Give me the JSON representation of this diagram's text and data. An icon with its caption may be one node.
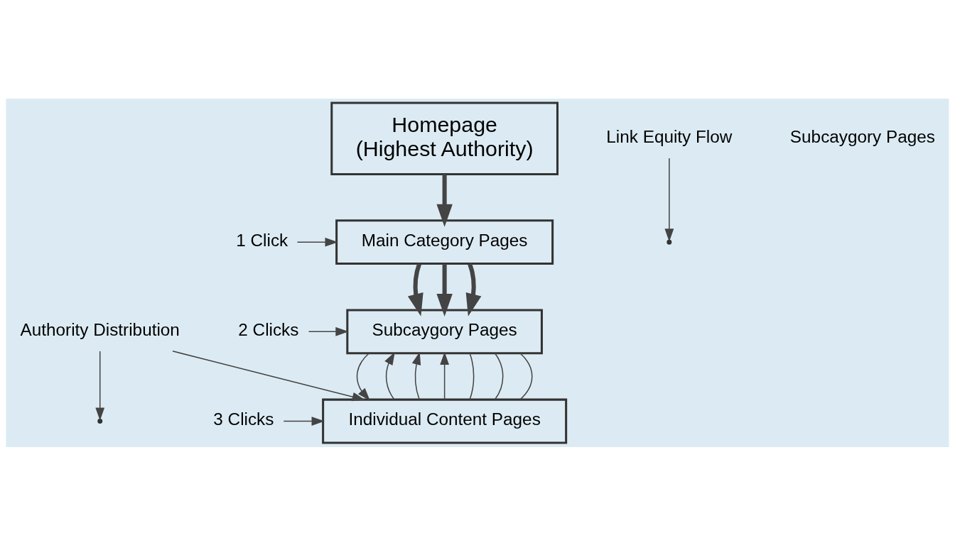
{
  "diagram": {
    "nodes": [
      {
        "text": [
          "Homepage",
          "(Highest Authority)"
        ]
      },
      {
        "text": [
          "Main Category Pages"
        ]
      },
      {
        "text": [
          "Subcaygory Pages"
        ]
      },
      {
        "text": [
          "Individual Content Pages"
        ]
      },
      {
        "text": [
          "Link Equity Flow"
        ]
      },
      {
        "text": [
          "1 Click"
        ]
      },
      {
        "text": [
          "2 Clicks"
        ]
      },
      {
        "text": [
          "3 Clicks"
        ]
      },
      {
        "text": [
          "Authority Distribution"
        ]
      }
    ],
    "edges": [
      {
        "from": 0,
        "to": 1,
        "arrow": "to",
        "style": "thick"
      },
      {
        "from": 1,
        "to": 2,
        "arrow": "to",
        "style": "thick"
      },
      {
        "from": 1,
        "to": 2,
        "arrow": "to",
        "style": "thick"
      },
      {
        "from": 1,
        "to": 2,
        "arrow": "to",
        "style": "thick"
      },
      {
        "from": 3,
        "to": 2,
        "arrow": "to"
      },
      {
        "from": 3,
        "to": 2,
        "arrow": "to"
      },
      {
        "from": 2,
        "to": 3,
        "arrow": "to"
      },
      {
        "from": 3,
        "to": 2,
        "arrow": "to"
      },
      {
        "from": 2,
        "to": 3,
        "arrow": "none"
      },
      {
        "from": 2,
        "to": 3,
        "arrow": "none"
      },
      {
        "from": 2,
        "to": 3,
        "arrow": "none"
      },
      {
        "from": 4,
        "to": null,
        "arrow": "to"
      },
      {
        "from": 5,
        "to": 1,
        "arrow": "to"
      },
      {
        "from": 6,
        "to": 2,
        "arrow": "to"
      },
      {
        "from": 7,
        "to": 3,
        "arrow": "to"
      },
      {
        "from": 8,
        "to": null,
        "arrow": "to"
      },
      {
        "from": 8,
        "to": 3,
        "arrow": "to"
      }
    ],
    "labels": [
      "Subcaygory Pages"
    ]
  }
}
